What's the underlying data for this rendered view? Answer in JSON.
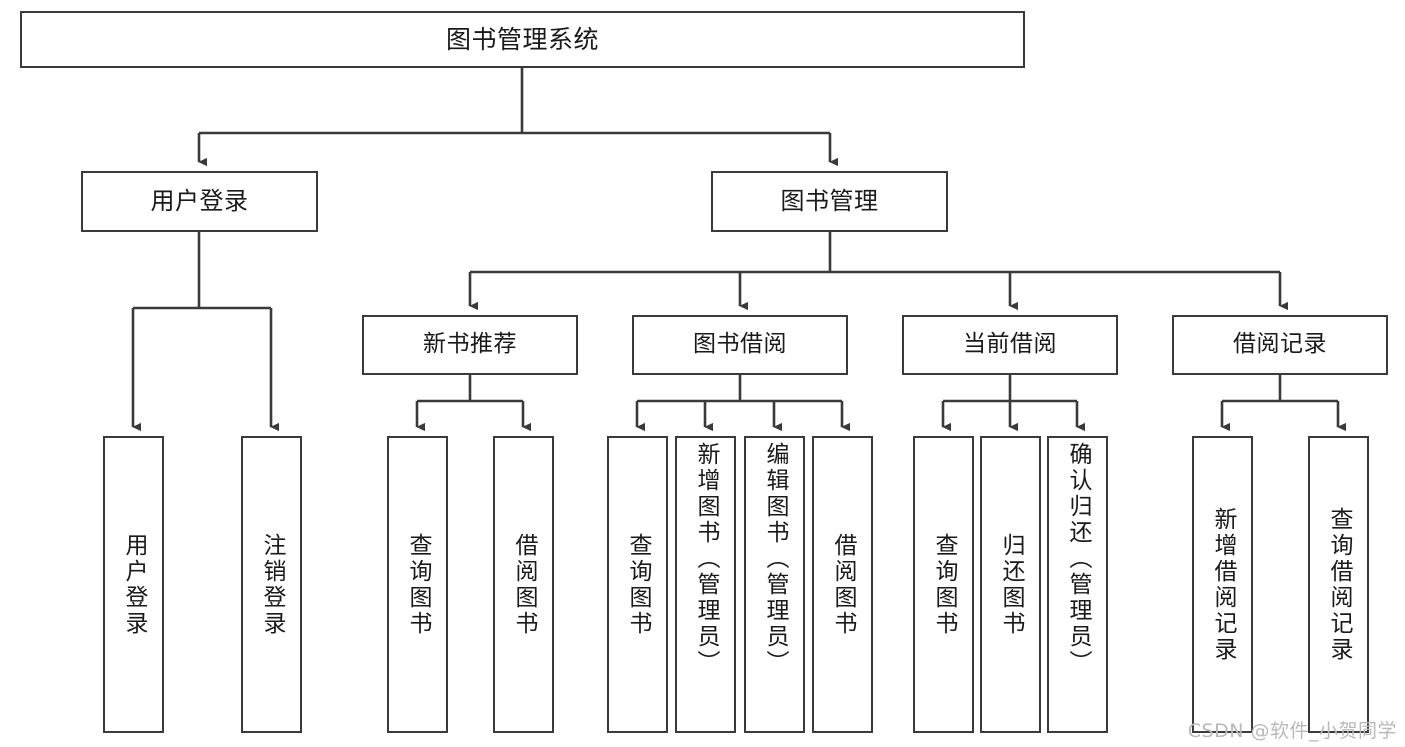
{
  "diagram": {
    "type": "tree-hierarchy",
    "title": "图书管理系统",
    "orientation": "top-down",
    "colors": {
      "box_border": "#3a3a3a",
      "box_fill": "#ffffff",
      "edge": "#3a3a3a",
      "text": "#1a1a1a",
      "background": "#ffffff",
      "watermark": "#b9b9b9"
    },
    "nodes": {
      "root": {
        "label": "图书管理系统"
      },
      "level2": [
        {
          "id": "user-login",
          "label": "用户登录"
        },
        {
          "id": "book-manage",
          "label": "图书管理"
        }
      ],
      "level3": [
        {
          "id": "new-book-recommend",
          "label": "新书推荐"
        },
        {
          "id": "book-borrow",
          "label": "图书借阅"
        },
        {
          "id": "current-borrow",
          "label": "当前借阅"
        },
        {
          "id": "borrow-record",
          "label": "借阅记录"
        }
      ],
      "leaves": [
        {
          "id": "leaf-user-login",
          "label": "用户登录",
          "parent": "user-login"
        },
        {
          "id": "leaf-user-logout",
          "label": "注销登录",
          "parent": "user-login"
        },
        {
          "id": "leaf-query-book-1",
          "label": "查询图书",
          "parent": "new-book-recommend"
        },
        {
          "id": "leaf-borrow-book-1",
          "label": "借阅图书",
          "parent": "new-book-recommend"
        },
        {
          "id": "leaf-query-book-2",
          "label": "查询图书",
          "parent": "book-borrow"
        },
        {
          "id": "leaf-add-book",
          "label": "新增图书（管理员）",
          "parent": "book-borrow"
        },
        {
          "id": "leaf-edit-book",
          "label": "编辑图书（管理员）",
          "parent": "book-borrow"
        },
        {
          "id": "leaf-borrow-book-2",
          "label": "借阅图书",
          "parent": "book-borrow"
        },
        {
          "id": "leaf-query-book-3",
          "label": "查询图书",
          "parent": "current-borrow"
        },
        {
          "id": "leaf-return-book",
          "label": "归还图书",
          "parent": "current-borrow"
        },
        {
          "id": "leaf-confirm-return",
          "label": "确认归还（管理员）",
          "parent": "current-borrow"
        },
        {
          "id": "leaf-add-record",
          "label": "新增借阅记录",
          "parent": "borrow-record"
        },
        {
          "id": "leaf-query-record",
          "label": "查询借阅记录",
          "parent": "borrow-record"
        }
      ]
    }
  },
  "watermark": {
    "text": "CSDN @软件_小贺同学"
  }
}
